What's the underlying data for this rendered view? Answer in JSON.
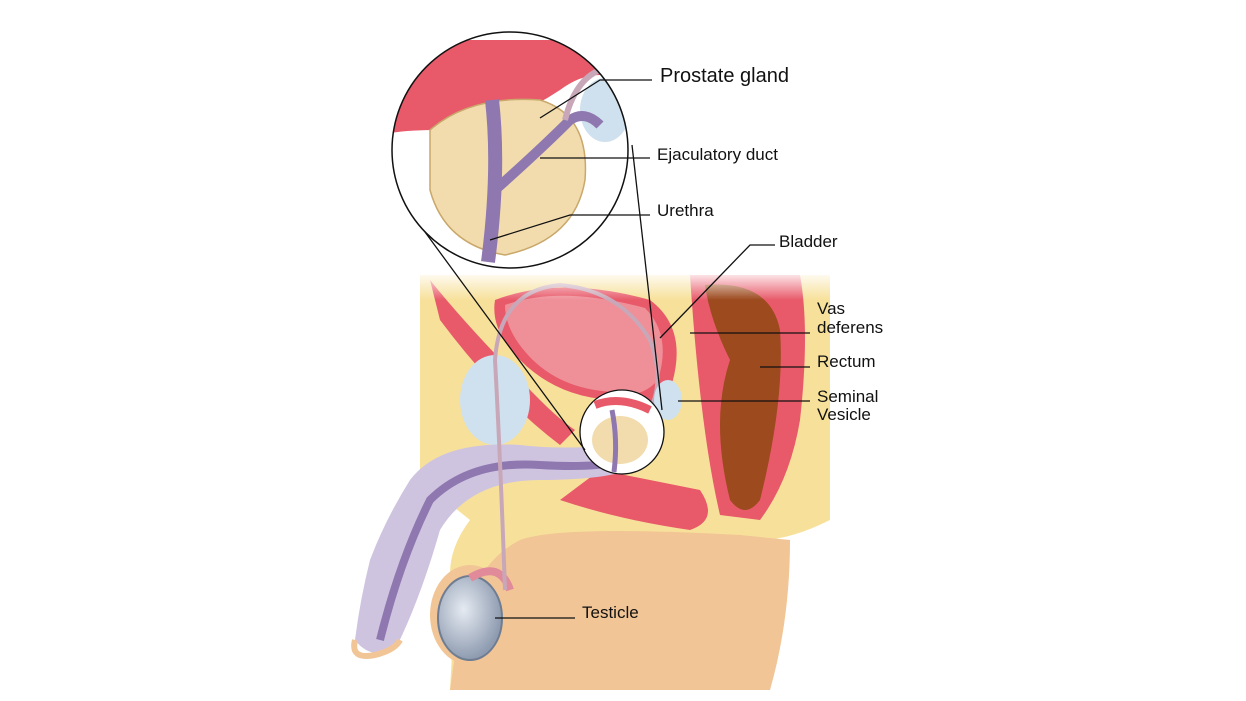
{
  "diagram": {
    "labels": {
      "prostate_gland": "Prostate gland",
      "ejaculatory_duct": "Ejaculatory duct",
      "urethra": "Urethra",
      "bladder": "Bladder",
      "vas_deferens_1": "Vas",
      "vas_deferens_2": "deferens",
      "rectum": "Rectum",
      "seminal_vesicle_1": "Seminal",
      "seminal_vesicle_2": "Vesicle",
      "testicle": "Testicle"
    },
    "colors": {
      "skin": "#f1c596",
      "fat": "#f7e19a",
      "muscle": "#e85a6a",
      "bladder": "#ef8f98",
      "rectum": "#9c4a1e",
      "urethra": "#8f78b0",
      "penis_tissue": "#cfc4e0",
      "testicle": "#aeb8c8",
      "prostate": "#f2dcae"
    }
  }
}
